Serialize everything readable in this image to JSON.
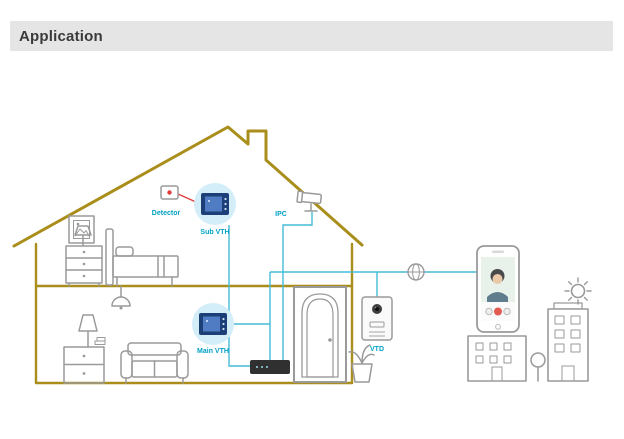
{
  "header": {
    "title": "Application"
  },
  "labels": {
    "detector": "Detector",
    "sub_vth": "Sub VTH",
    "ipc": "IPC",
    "main_vth": "Main VTH",
    "vtd": "VTD"
  },
  "icons": [
    "globe-icon",
    "sun-icon",
    "detector-icon",
    "ipc-camera-icon",
    "vth-monitor-icon",
    "vtd-door-station-icon",
    "network-switch-icon",
    "smartphone-icon",
    "building-icon",
    "tree-icon",
    "door-icon",
    "plant-icon"
  ],
  "colors": {
    "header_bg": "#e5e5e5",
    "header_text": "#3a3a3a",
    "house": "#a98e1b",
    "furniture": "#9a9a9a",
    "line": "#45bcd6",
    "label": "#00a0c6",
    "alarm": "#e03a3a",
    "circle_bg": "#d3edf9",
    "device_navy": "#1d3f77",
    "device_screen": "#4f7cc2",
    "switch_bg": "#303030"
  }
}
